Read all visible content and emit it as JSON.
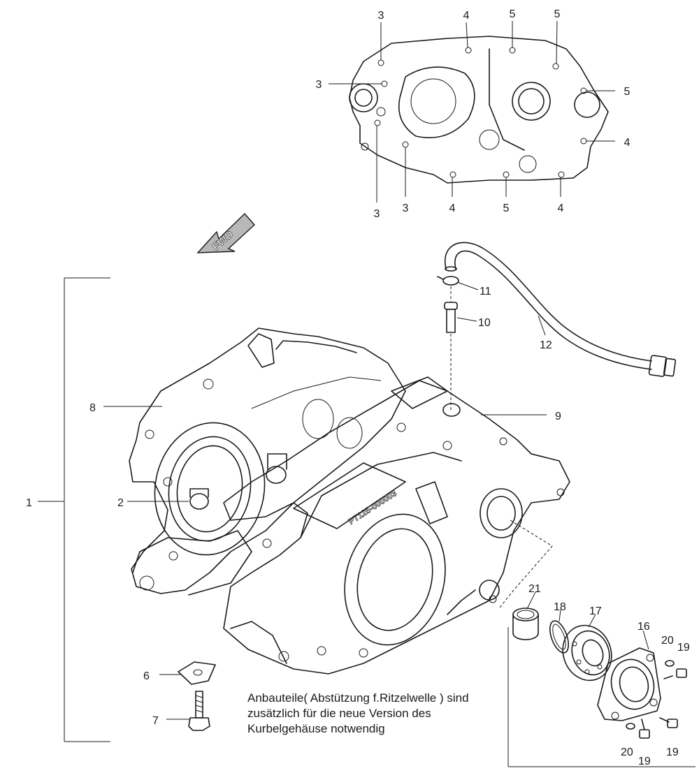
{
  "fwd_label": "FWD",
  "note_lines": [
    "Anbauteile( Abstützung f.Ritzelwelle ) sind",
    "zusätzlich für die neue Version des",
    "Kurbelgehäuse notwendig"
  ],
  "case_stamp": "PT125-000003",
  "callouts": {
    "c3a": "3",
    "c4a": "4",
    "c5a": "5",
    "c5b": "5",
    "c3b": "3",
    "c5c": "5",
    "c4b": "4",
    "c3c": "3",
    "c3d": "3",
    "c4c": "4",
    "c5d": "5",
    "c4d": "4",
    "c11": "11",
    "c10": "10",
    "c12": "12",
    "c8": "8",
    "c9": "9",
    "c1": "1",
    "c2": "2",
    "c21": "21",
    "c18": "18",
    "c17": "17",
    "c16": "16",
    "c20a": "20",
    "c19a": "19",
    "c6": "6",
    "c7": "7",
    "c20b": "20",
    "c19b": "19",
    "c19c": "19"
  }
}
